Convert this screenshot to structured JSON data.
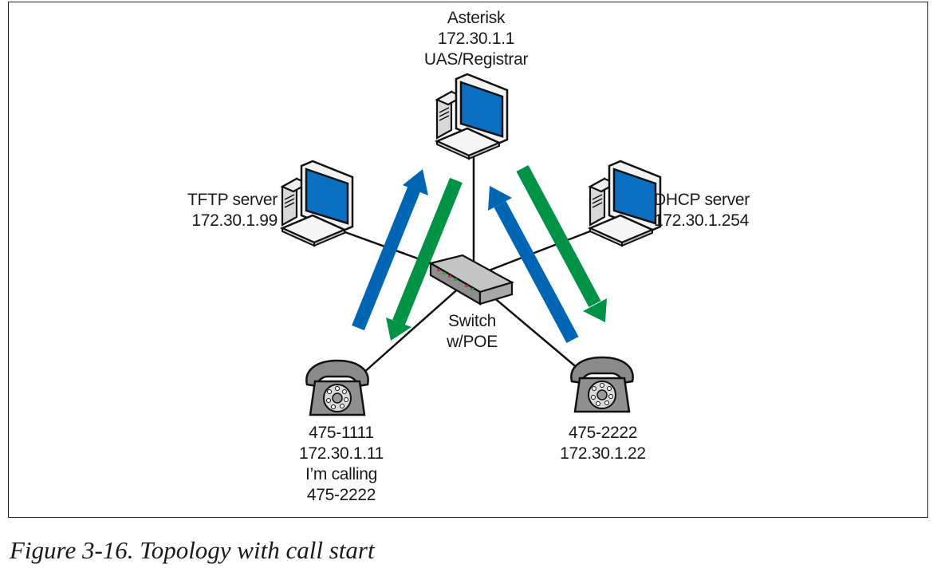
{
  "nodes": {
    "asterisk": {
      "lines": [
        "Asterisk",
        "172.30.1.1",
        "UAS/Registrar"
      ],
      "icon": "computer-icon"
    },
    "tftp": {
      "lines": [
        "TFTP server",
        "172.30.1.99"
      ],
      "icon": "computer-icon"
    },
    "dhcp": {
      "lines": [
        "DHCP server",
        "172.30.1.254"
      ],
      "icon": "computer-icon"
    },
    "switch": {
      "lines": [
        "Switch",
        "w/POE"
      ],
      "icon": "network-switch-icon"
    },
    "phone_1111": {
      "lines": [
        "475-1111",
        "172.30.1.11",
        "I’m calling",
        "475-2222"
      ],
      "icon": "telephone-icon"
    },
    "phone_2222": {
      "lines": [
        "475-2222",
        "172.30.1.22"
      ],
      "icon": "telephone-icon"
    }
  },
  "edges": [
    {
      "from": "switch",
      "to": "asterisk"
    },
    {
      "from": "switch",
      "to": "tftp"
    },
    {
      "from": "switch",
      "to": "dhcp"
    },
    {
      "from": "switch",
      "to": "phone_1111"
    },
    {
      "from": "switch",
      "to": "phone_2222"
    }
  ],
  "flows": [
    {
      "direction": "phone_1111 to asterisk",
      "color": "#0066b3"
    },
    {
      "direction": "asterisk to phone_1111",
      "color": "#009245"
    },
    {
      "direction": "phone_2222 to asterisk",
      "color": "#0066b3"
    },
    {
      "direction": "asterisk to phone_2222",
      "color": "#009245"
    }
  ],
  "colors": {
    "screen_blue": "#0b6fc1",
    "arrow_blue": "#0066b3",
    "arrow_green": "#009245",
    "phone_gray": "#8a8a8a",
    "switch_gray": "#9a9a9a"
  },
  "caption": "Figure 3-16. Topology with call start"
}
